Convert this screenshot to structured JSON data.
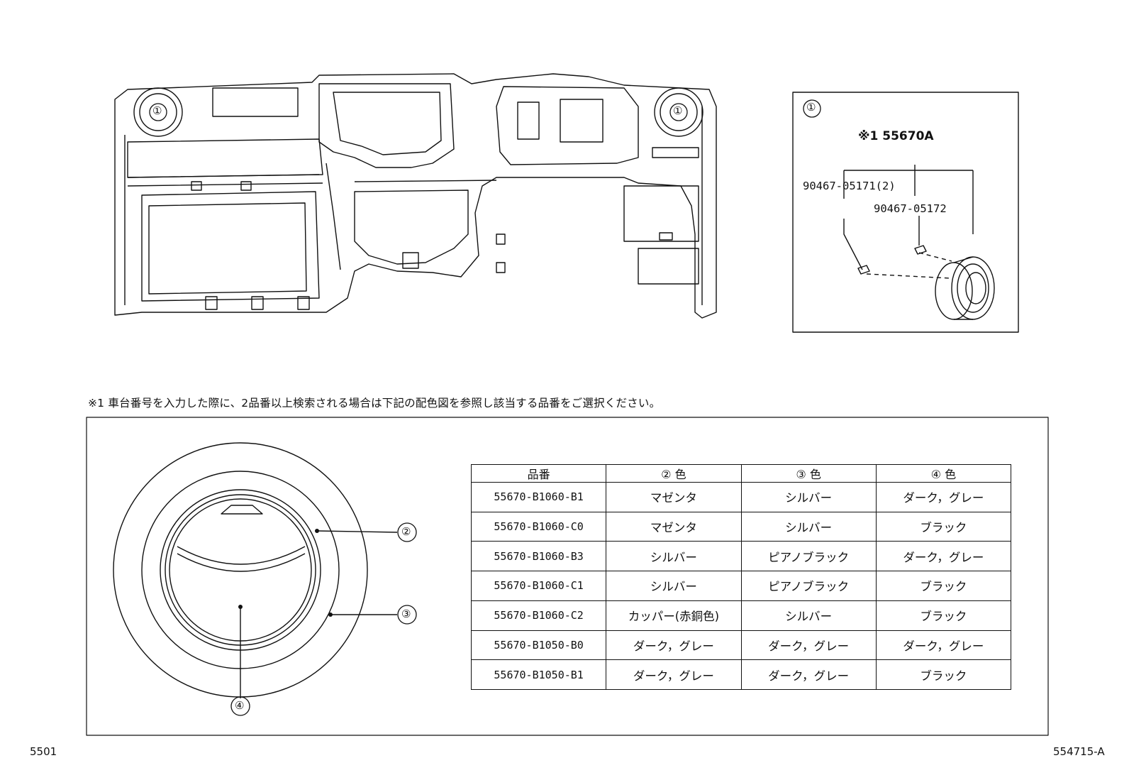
{
  "diagram": {
    "callout_main_left": "①",
    "callout_main_right": "①",
    "detail_box": {
      "marker": "①",
      "assembly_ref": "※1 55670A",
      "screw_part_1": "90467-05171(2)",
      "screw_part_2": "90467-05172"
    },
    "note": "※1 車台番号を入力した際に、2品番以上検索される場合は下記の配色図を参照し該当する品番をご選択ください。",
    "vent_callouts": [
      "②",
      "③",
      "④"
    ],
    "color_table": {
      "headers": [
        "品番",
        "② 色",
        "③ 色",
        "④ 色"
      ],
      "rows": [
        [
          "55670-B1060-B1",
          "マゼンタ",
          "シルバー",
          "ダーク，グレー"
        ],
        [
          "55670-B1060-C0",
          "マゼンタ",
          "シルバー",
          "ブラック"
        ],
        [
          "55670-B1060-B3",
          "シルバー",
          "ピアノブラック",
          "ダーク，グレー"
        ],
        [
          "55670-B1060-C1",
          "シルバー",
          "ピアノブラック",
          "ブラック"
        ],
        [
          "55670-B1060-C2",
          "カッパー(赤銅色)",
          "シルバー",
          "ブラック"
        ],
        [
          "55670-B1050-B0",
          "ダーク，グレー",
          "ダーク，グレー",
          "ダーク，グレー"
        ],
        [
          "55670-B1050-B1",
          "ダーク，グレー",
          "ダーク，グレー",
          "ブラック"
        ]
      ]
    },
    "page_code_left": "5501",
    "page_code_right": "554715-A"
  }
}
